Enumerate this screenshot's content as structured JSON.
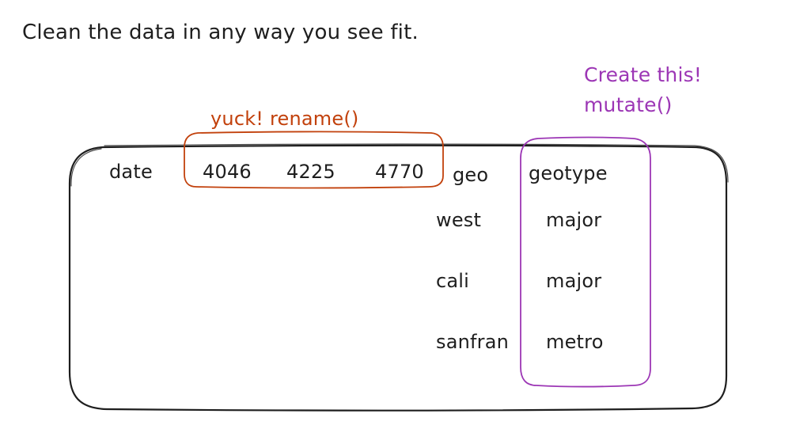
{
  "instruction": "Clean the data in any way you see fit.",
  "rename_note": "yuck! rename()",
  "mutate_note": {
    "line1": "Create this!",
    "line2": "mutate()"
  },
  "columns": {
    "date": "date",
    "col_4046": "4046",
    "col_4225": "4225",
    "col_4770": "4770",
    "geo": "geo",
    "geotype": "geotype"
  },
  "rows": [
    {
      "geo": "west",
      "geotype": "major"
    },
    {
      "geo": "cali",
      "geotype": "major"
    },
    {
      "geo": "sanfran",
      "geotype": "metro"
    }
  ],
  "colors": {
    "stroke": "#1e1e1e",
    "rename_highlight": "#c2410c",
    "mutate_highlight": "#9c36b5"
  }
}
